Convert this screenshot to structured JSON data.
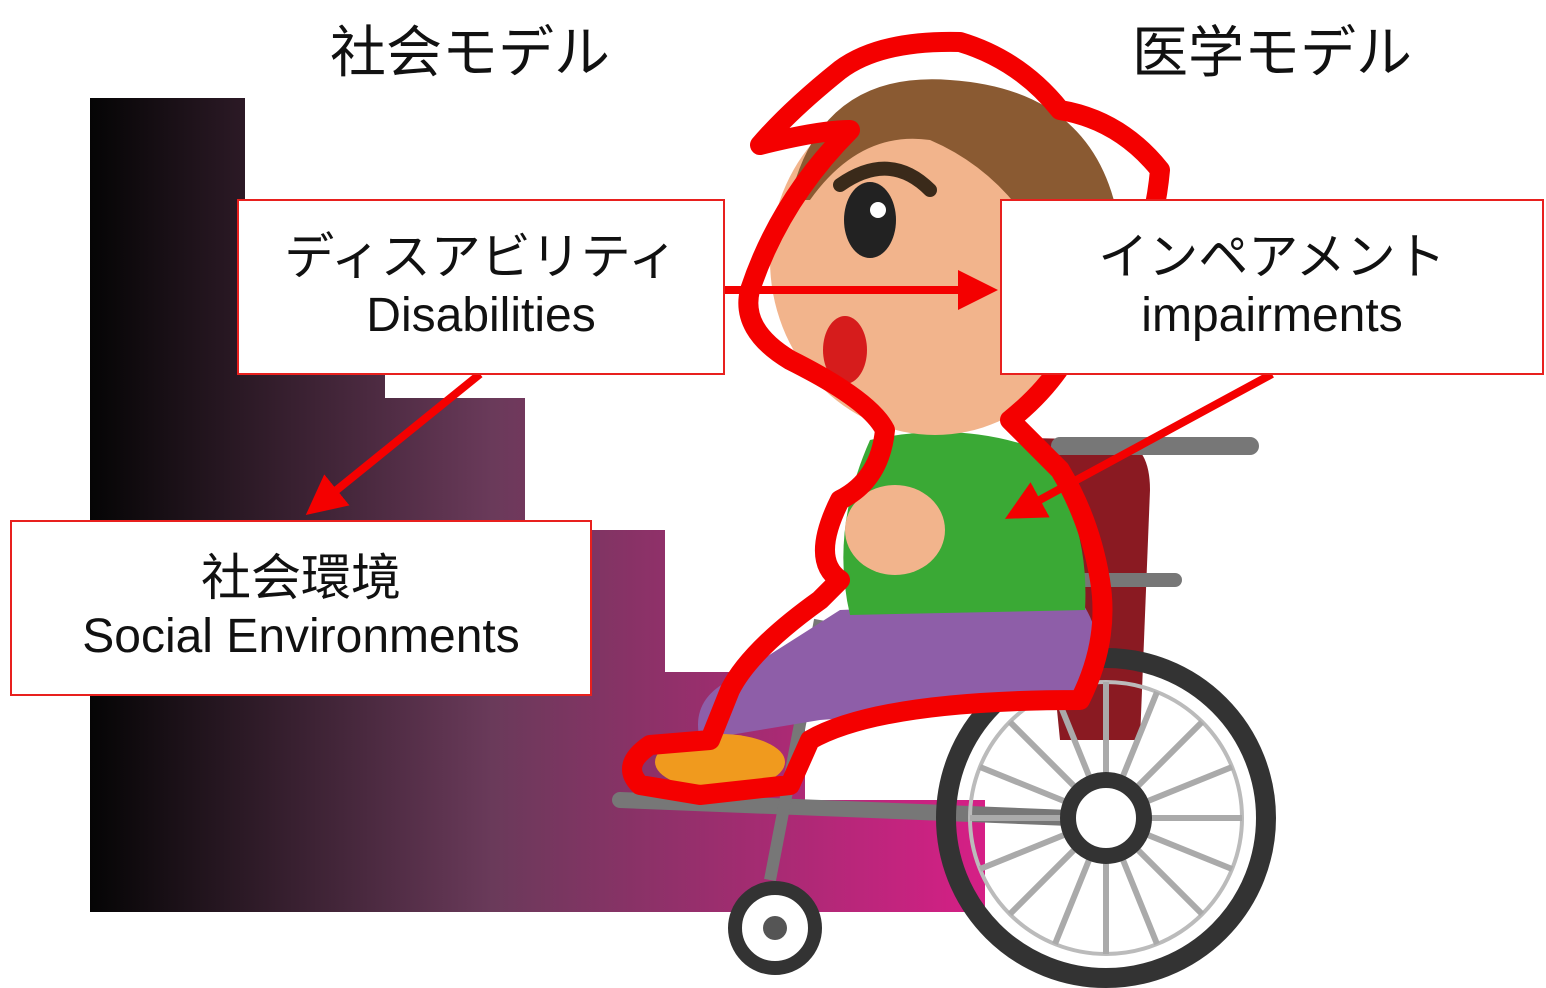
{
  "headings": {
    "social_model": "社会モデル",
    "medical_model": "医学モデル"
  },
  "boxes": {
    "disability": {
      "jp": "ディスアビリティ",
      "en": "Disabilities"
    },
    "impairment": {
      "jp": "インペアメント",
      "en": "impairments"
    },
    "environment": {
      "jp": "社会環境",
      "en": "Social Environments"
    }
  },
  "colors": {
    "accent_red": "#f40000",
    "box_border": "#e8201e",
    "stairs_dark": "#0a0a0a",
    "stairs_mid": "#6a3a5a",
    "stairs_light": "#d12a8a"
  },
  "icons": [
    "wheelchair-user-illustration",
    "stairs-illustration"
  ]
}
